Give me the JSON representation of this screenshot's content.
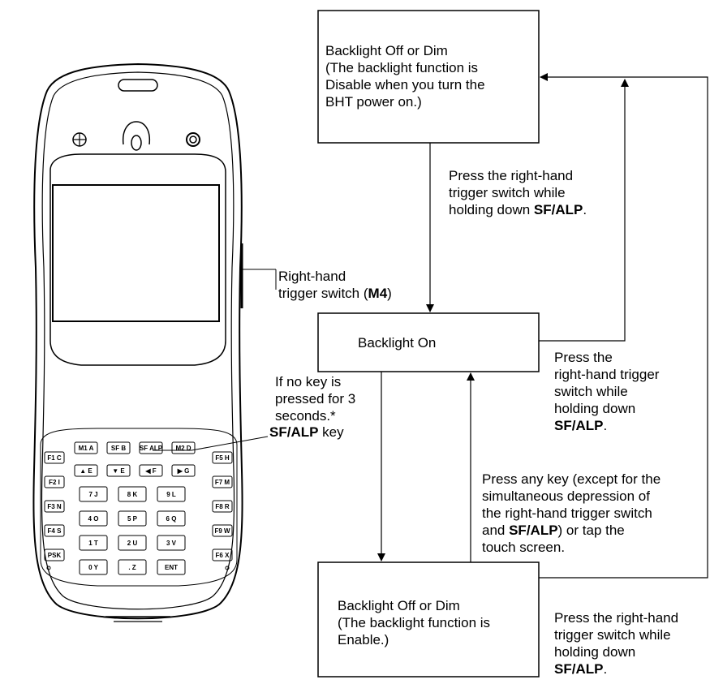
{
  "device": {
    "keypad": {
      "left_keys": [
        "F1 C",
        "F2 I",
        "F3 N",
        "F4 S",
        "PSK"
      ],
      "right_keys": [
        "F5 H",
        "F7 M",
        "F8 R",
        "F9 W",
        "F6 X"
      ],
      "row1": [
        "M1 A",
        "SF B",
        "SF ALP",
        "M2 D"
      ],
      "row2": [
        "▲ E",
        "▼ E",
        "◀ F",
        "▶ G"
      ],
      "row3": [
        "7 J",
        "8 K",
        "9 L"
      ],
      "row4": [
        "4 O",
        "5 P",
        "6 Q"
      ],
      "row5": [
        "1 T",
        "2 U",
        "3 V"
      ],
      "row6": [
        "0 Y",
        ". Z",
        "ENT"
      ]
    }
  },
  "callouts": {
    "trigger_line1": "Right-hand",
    "trigger_line2_prefix": "trigger switch (",
    "trigger_key": "M4",
    "trigger_line2_suffix": ")",
    "sfalp_key": "SF/ALP",
    "sfalp_suffix": " key"
  },
  "states": {
    "top": {
      "line1": "Backlight Off or Dim",
      "line2": "(The backlight function is",
      "line3": "Disable when you turn the",
      "line4": "BHT power on.)"
    },
    "middle": {
      "line1": "Backlight On"
    },
    "bottom": {
      "line1": "Backlight Off or Dim",
      "line2": "(The backlight function is",
      "line3": "Enable.)"
    }
  },
  "transitions": {
    "top_to_middle": {
      "line1": "Press the right-hand",
      "line2": "trigger switch while",
      "line3_prefix": "holding down ",
      "key": "SF/ALP",
      "suffix": "."
    },
    "middle_to_top": {
      "line1": "Press the",
      "line2": "right-hand trigger",
      "line3": "switch while",
      "line4": "holding down",
      "key": "SF/ALP",
      "suffix": "."
    },
    "middle_to_bottom": {
      "line1": "If no key is",
      "line2": "pressed for 3",
      "line3": "seconds.*"
    },
    "bottom_to_middle": {
      "line1": "Press any key (except for the",
      "line2": "simultaneous depression of",
      "line3": "the right-hand trigger switch",
      "line4_prefix": "and ",
      "key": "SF/ALP",
      "line4_suffix": ") or tap the",
      "line5": "touch screen."
    },
    "bottom_to_top": {
      "line1": "Press the right-hand",
      "line2": "trigger switch while",
      "line3": "holding down",
      "key": "SF/ALP",
      "suffix": "."
    }
  }
}
